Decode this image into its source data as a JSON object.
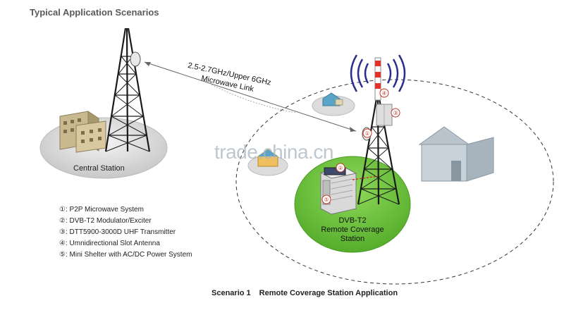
{
  "heading": "Typical Application Scenarios",
  "link_label": [
    "2.5-2.7GHz/Upper 6GHz",
    "Microwave Link"
  ],
  "watermark": "trade.china.cn",
  "central_station": "Central Station",
  "remote_station": [
    "DVB-T2",
    "Remote Coverage",
    "Station"
  ],
  "markers": [
    "①",
    "②",
    "③",
    "④",
    "⑤"
  ],
  "legend": [
    "①: P2P Microwave System",
    "②: DVB-T2 Modulator/Exciter",
    "③: DTT5900-3000D UHF Transmitter",
    "④: Umnidirectional Slot Antenna",
    "⑤: Mini Shelter with AC/DC Power System"
  ],
  "caption": {
    "scenario": "Scenario 1",
    "title": "Remote Coverage Station Application"
  },
  "colors": {
    "green": "#6cc43a",
    "tower": "#1a1a1a",
    "antenna_red": "#e0332b",
    "signal_blue": "#2a2f8f"
  },
  "icons": [
    "lattice-tower-icon",
    "building-icon",
    "house-icon",
    "signal-wave-icon",
    "shelter-icon"
  ]
}
